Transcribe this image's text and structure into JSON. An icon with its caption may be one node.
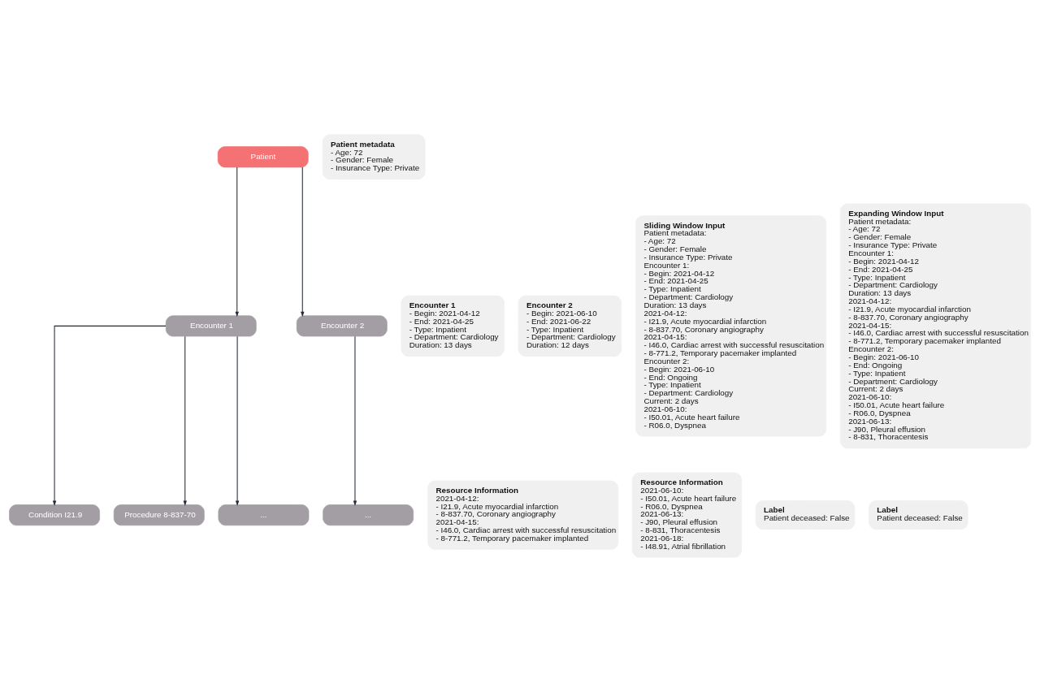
{
  "diagram": {
    "nodes": [
      {
        "text": [
          "Patient"
        ]
      },
      {
        "text": [
          "Encounter 1"
        ]
      },
      {
        "text": [
          "Encounter 2"
        ]
      },
      {
        "text": [
          "Condition I21.9"
        ]
      },
      {
        "text": [
          "Procedure 8-837-70"
        ]
      },
      {
        "text": [
          "..."
        ]
      },
      {
        "text": [
          "..."
        ]
      },
      {
        "text": [
          "Patient metadata",
          "- Age: 72",
          "- Gender: Female",
          "- Insurance Type: Private"
        ]
      },
      {
        "text": [
          "Encounter 1",
          "- Begin: 2021-04-12",
          "- End: 2021-04-25",
          "- Type: Inpatient",
          "- Department: Cardiology",
          "Duration: 13 days"
        ]
      },
      {
        "text": [
          "Resource Information",
          "2021-04-12:",
          "- I21.9, Acute myocardial infarction",
          "- 8-837.70, Coronary angiography",
          "2021-04-15:",
          "- I46.0, Cardiac arrest with successful resuscitation",
          "- 8-771.2, Temporary pacemaker implanted"
        ]
      },
      {
        "text": [
          "Encounter 2",
          "- Begin: 2021-06-10",
          "- End: 2021-06-22",
          "- Type: Inpatient",
          "- Department: Cardiology",
          "Duration: 12 days"
        ]
      },
      {
        "text": [
          "Resource Information",
          "2021-06-10:",
          "- I50.01, Acute heart failure",
          "- R06.0, Dyspnea",
          "2021-06-13:",
          "- J90, Pleural effusion",
          "- 8-831, Thoracentesis",
          "2021-06-18:",
          "- I48.91, Atrial fibrillation"
        ]
      },
      {
        "text": [
          "Sliding Window Input",
          "Patient metadata:",
          "- Age: 72",
          "- Gender: Female",
          "- Insurance Type: Private",
          "Encounter 1:",
          "- Begin: 2021-04-12",
          "- End: 2021-04-25",
          "- Type: Inpatient",
          "- Department: Cardiology",
          "Duration: 13 days",
          "2021-04-12:",
          "- I21.9, Acute myocardial infarction",
          "- 8-837.70, Coronary angiography",
          "2021-04-15:",
          "- I46.0, Cardiac arrest with successful resuscitation",
          "- 8-771.2, Temporary pacemaker implanted",
          "Encounter 2:",
          "- Begin: 2021-06-10",
          "- End: Ongoing",
          "- Type: Inpatient",
          "- Department: Cardiology",
          "Current: 2 days",
          "2021-06-10:",
          "- I50.01, Acute heart failure",
          "- R06.0, Dyspnea"
        ]
      },
      {
        "text": [
          "Expanding Window Input",
          "Patient metadata:",
          "- Age: 72",
          "- Gender: Female",
          "- Insurance Type: Private",
          "Encounter 1:",
          "- Begin: 2021-04-12",
          "- End: 2021-04-25",
          "- Type: Inpatient",
          "- Department: Cardiology",
          "Duration: 13 days",
          "2021-04-12:",
          "- I21.9, Acute myocardial infarction",
          "- 8-837.70, Coronary angiography",
          "2021-04-15:",
          "- I46.0, Cardiac arrest with successful resuscitation",
          "- 8-771.2, Temporary pacemaker implanted",
          "Encounter 2:",
          "- Begin: 2021-06-10",
          "- End: Ongoing",
          "- Type: Inpatient",
          "- Department: Cardiology",
          "Current: 2 days",
          "2021-06-10:",
          "- I50.01, Acute heart failure",
          "- R06.0, Dyspnea",
          "2021-06-13:",
          "- J90, Pleural effusion",
          "- 8-831, Thoracentesis"
        ]
      },
      {
        "text": [
          "Label",
          "Patient deceased: False"
        ]
      },
      {
        "text": [
          "Label",
          "Patient deceased: False"
        ]
      }
    ],
    "edges": [
      {
        "from": 0,
        "to": 1,
        "arrow": "to"
      },
      {
        "from": 0,
        "to": 2,
        "arrow": "to"
      },
      {
        "from": 1,
        "to": 3,
        "arrow": "to"
      },
      {
        "from": 1,
        "to": 4,
        "arrow": "to"
      },
      {
        "from": 1,
        "to": 5,
        "arrow": "to"
      },
      {
        "from": 2,
        "to": 6,
        "arrow": "to"
      }
    ]
  }
}
